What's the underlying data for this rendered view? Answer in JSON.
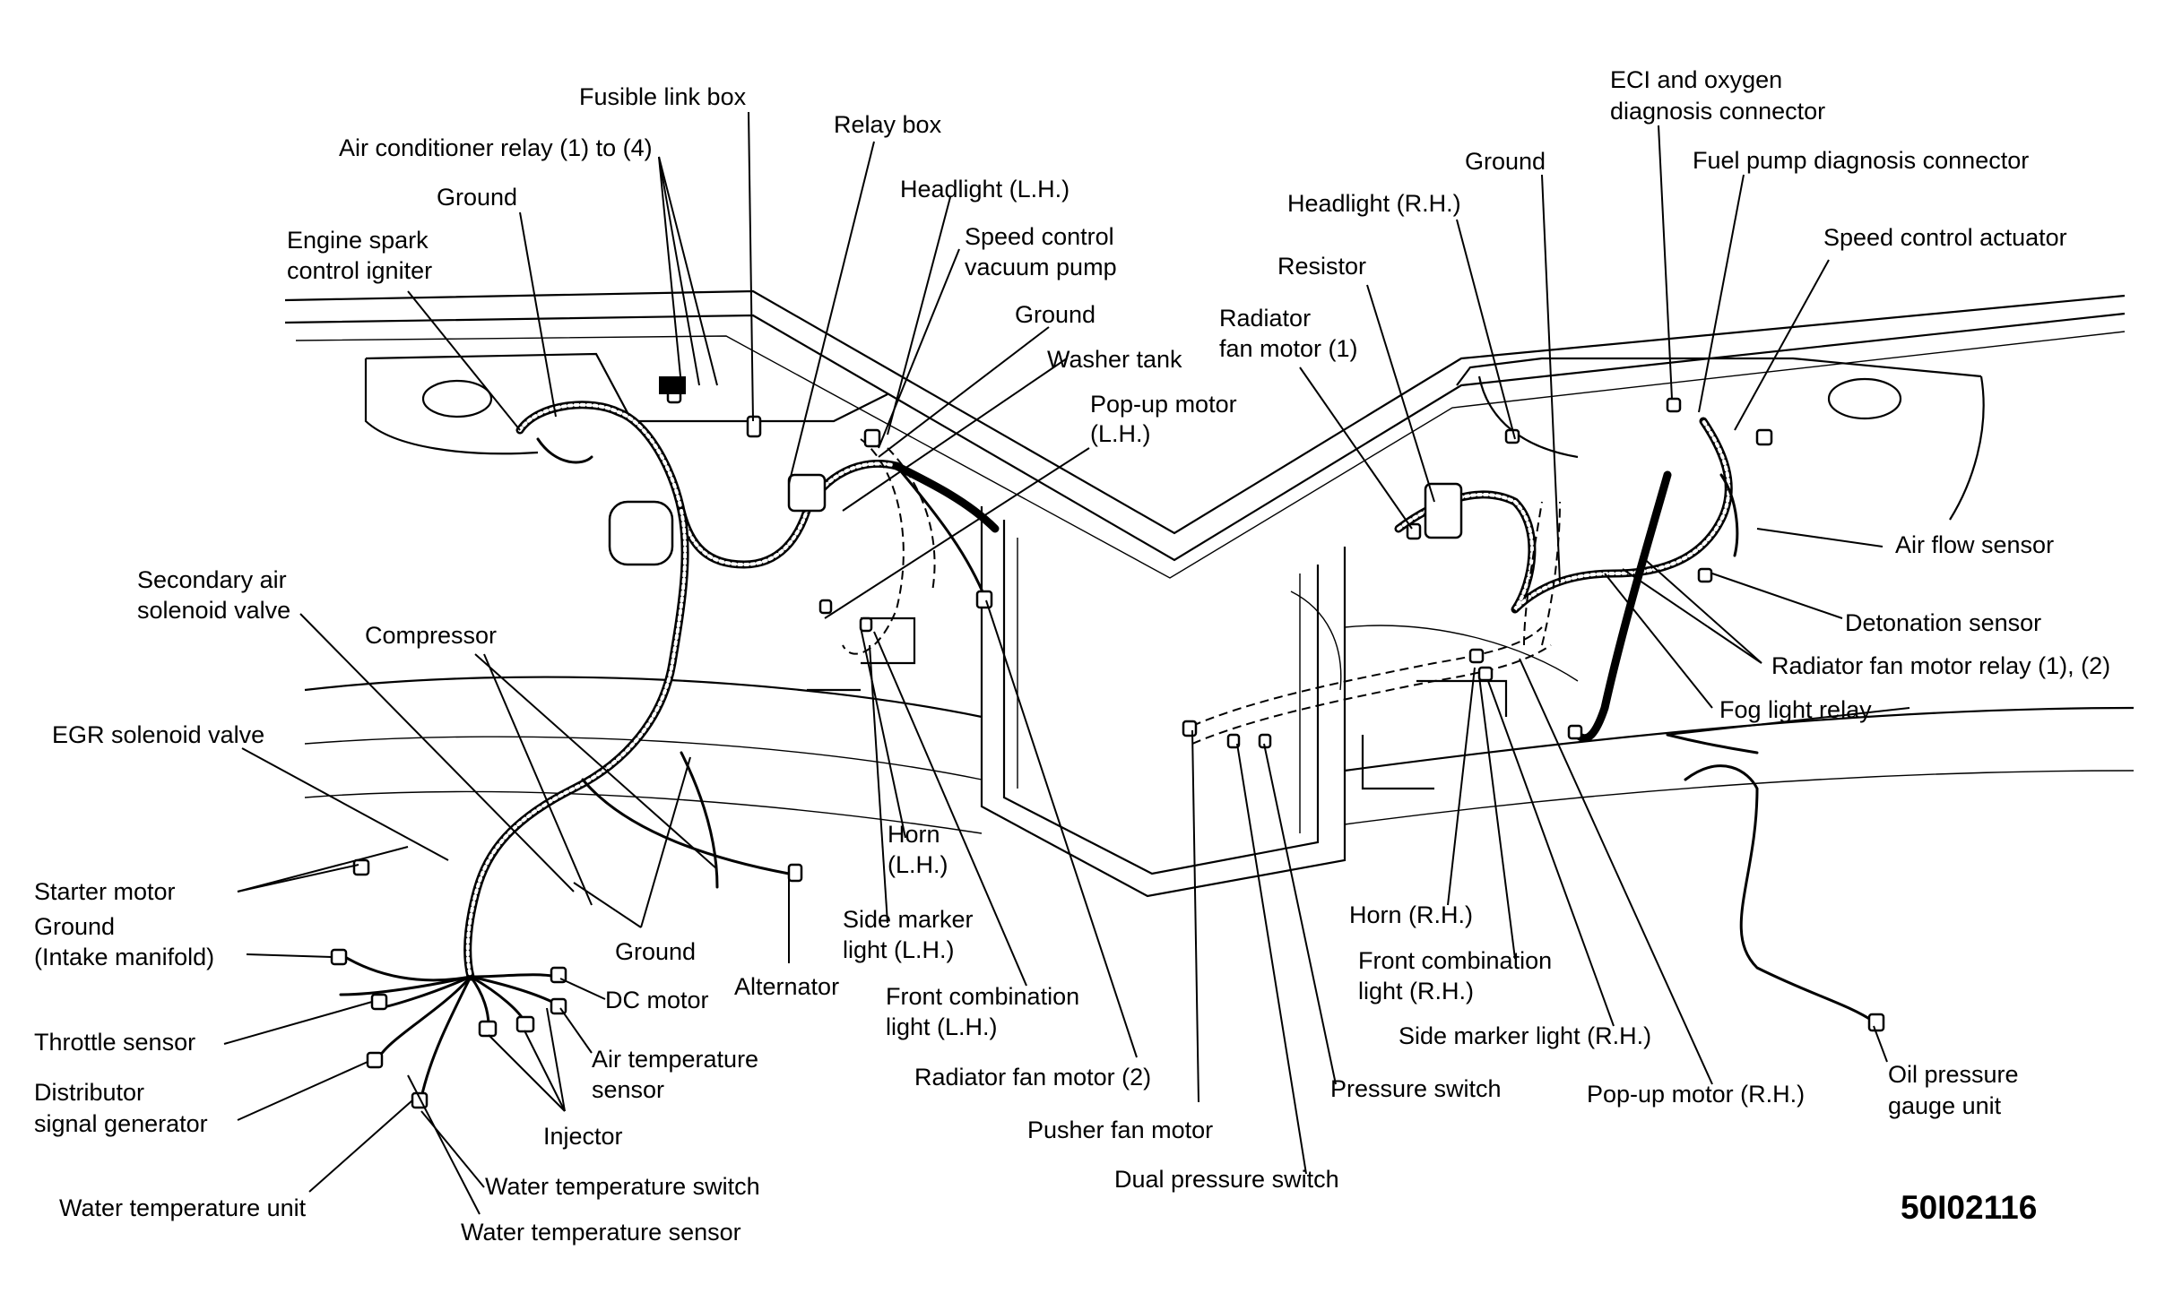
{
  "labels": {
    "fusible_link_box": "Fusible link box",
    "relay_box": "Relay box",
    "air_conditioner_relay": "Air conditioner relay (1) to (4)",
    "ground_top_left": "Ground",
    "engine_spark_1": "Engine spark",
    "engine_spark_2": "control igniter",
    "headlight_lh": "Headlight (L.H.)",
    "speed_control_vacuum_1": "Speed control",
    "speed_control_vacuum_2": "vacuum pump",
    "ground_center": "Ground",
    "washer_tank": "Washer tank",
    "popup_lh_1": "Pop-up motor",
    "popup_lh_2": "(L.H.)",
    "secondary_air_1": "Secondary air",
    "secondary_air_2": "solenoid valve",
    "compressor": "Compressor",
    "egr_solenoid": "EGR solenoid valve",
    "starter_motor": "Starter motor",
    "ground_intake_1": "Ground",
    "ground_intake_2": "(Intake manifold)",
    "throttle_sensor": "Throttle sensor",
    "distributor_1": "Distributor",
    "distributor_2": "signal generator",
    "water_temp_unit": "Water temperature unit",
    "water_temp_switch": "Water temperature switch",
    "water_temp_sensor": "Water temperature sensor",
    "injector": "Injector",
    "air_temp_1": "Air temperature",
    "air_temp_2": "sensor",
    "dc_motor": "DC motor",
    "ground_lower": "Ground",
    "alternator": "Alternator",
    "horn_lh_1": "Horn",
    "horn_lh_2": "(L.H.)",
    "side_marker_lh_1": "Side marker",
    "side_marker_lh_2": "light (L.H.)",
    "front_comb_lh_1": "Front combination",
    "front_comb_lh_2": "light (L.H.)",
    "radiator_fan_2": "Radiator fan motor (2)",
    "pusher_fan": "Pusher fan motor",
    "dual_pressure": "Dual pressure switch",
    "pressure_switch": "Pressure switch",
    "horn_rh": "Horn (R.H.)",
    "front_comb_rh_1": "Front combination",
    "front_comb_rh_2": "light (R.H.)",
    "side_marker_rh": "Side marker light (R.H.)",
    "popup_rh": "Pop-up motor (R.H.)",
    "oil_pressure_1": "Oil pressure",
    "oil_pressure_2": "gauge unit",
    "eci_1": "ECI and oxygen",
    "eci_2": "diagnosis connector",
    "fuel_pump_diag": "Fuel pump diagnosis connector",
    "ground_right": "Ground",
    "headlight_rh": "Headlight (R.H.)",
    "resistor": "Resistor",
    "radiator_fan_1_a": "Radiator",
    "radiator_fan_1_b": "fan motor (1)",
    "speed_control_actuator": "Speed control actuator",
    "air_flow_sensor": "Air flow sensor",
    "detonation_sensor": "Detonation sensor",
    "radiator_fan_relay": "Radiator fan motor relay (1), (2)",
    "fog_light_relay": "Fog light relay",
    "figure_code": "50I02116"
  }
}
